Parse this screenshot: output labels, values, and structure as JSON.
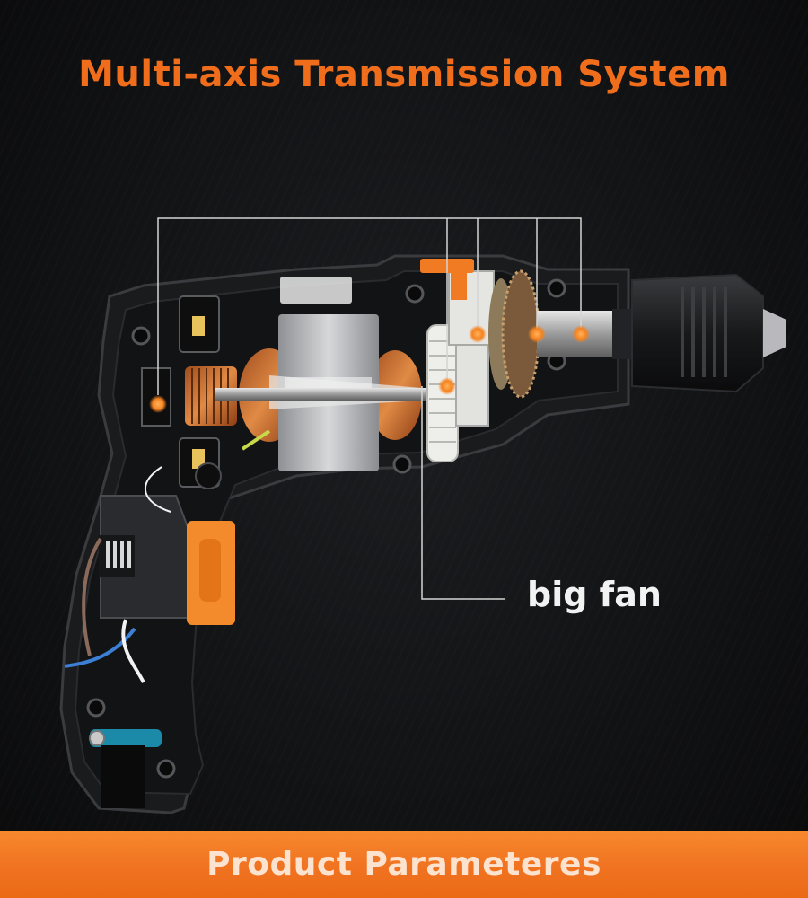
{
  "header": {
    "title": "Multi-axis Transmission System"
  },
  "callout": {
    "label": "big fan"
  },
  "banner": {
    "label": "Product Parameteres"
  },
  "colors": {
    "accent": "#f06d1b",
    "banner": "#f17422",
    "background": "#111214",
    "callout_text": "#f2f2f2",
    "marker": "#f5821f"
  },
  "illustration": {
    "subject": "drill-cutaway-icon"
  }
}
